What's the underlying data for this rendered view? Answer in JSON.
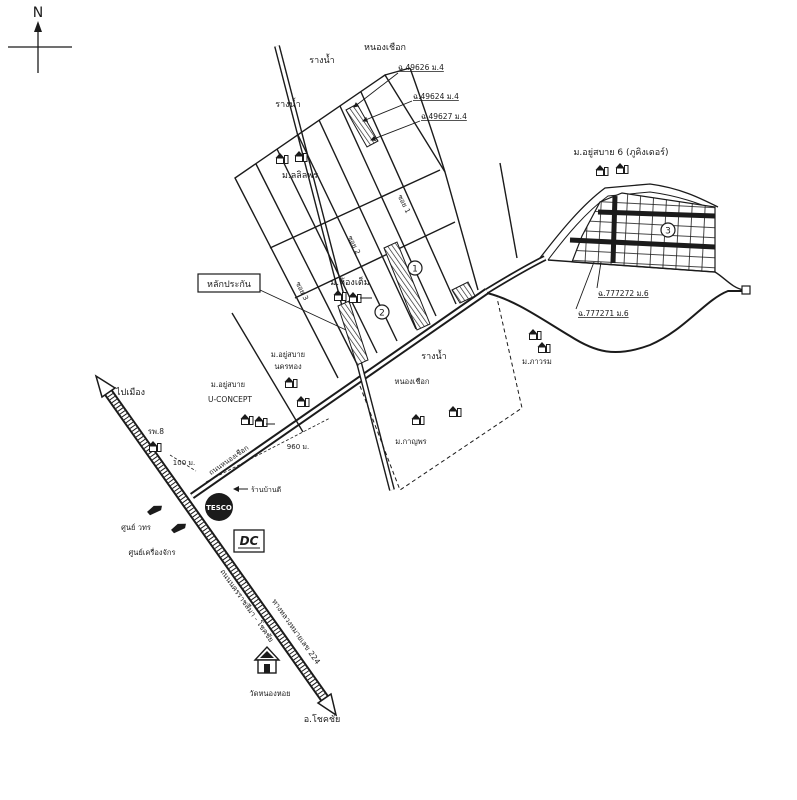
{
  "compass": {
    "north": "N"
  },
  "roads": {
    "highway_name": "ถนนนครราชสีมา - โชคชัย",
    "highway_number": "ทางหลวงหมายเลข 224",
    "to_city": "ไปเมือง",
    "to_chok_chai": "อ.โชคชัย",
    "access_road": "ถนนหนองเชือก",
    "soi_1": "ซอย 1",
    "soi_2": "ซอย 2",
    "soi_3": "ซอย 3",
    "distance_100": "100 ม.",
    "distance_960": "960 ม."
  },
  "water": {
    "canal_north": "รางน้ำ",
    "canal_west": "รางน้ำ",
    "canal_south": "รางน้ำ"
  },
  "places": {
    "nong_chueak_north": "หนองเชือก",
    "nong_chueak_south": "หนองเชือก",
    "village_lalin": "ม.ลลิลพร",
    "village_yusabai_6": "ม.อยู่สบาย 6 (ภูคิงเดอร์)",
    "village_hongtem": "ม.ห้องเต็ม",
    "village_yusabai_a": "ม.อยู่สบาย",
    "village_yusabai_a_sub": "นครทอง",
    "village_yusabai_b": "ม.อยู่สบาย",
    "village_yusabai_b_sub": "U-CONCEPT",
    "village_pawarom": "ม.ภาวรม",
    "village_kanpon": "ม.กาญพร",
    "hospital": "รพ.8",
    "shop": "ร้านบ้านดี",
    "service_center_1": "ศูนย์ วทร",
    "service_center_2": "ศูนย์เครื่องจักร",
    "temple": "วัดหนองหอย",
    "collateral": "หลักประกัน"
  },
  "logos": {
    "tesco": "TESCO",
    "dc": "DC"
  },
  "deeds": {
    "d49626": "ฉ.49626 ม.4",
    "d49624": "ฉ.49624 ม.4",
    "d49627": "ฉ.49627 ม.4",
    "d777272": "ฉ.777272 ม.6",
    "d777271": "ฉ.777271 ม.6"
  },
  "plots": [
    "1",
    "2",
    "3"
  ],
  "colors": {
    "ink": "#1b1b1b",
    "paper": "#ffffff"
  }
}
